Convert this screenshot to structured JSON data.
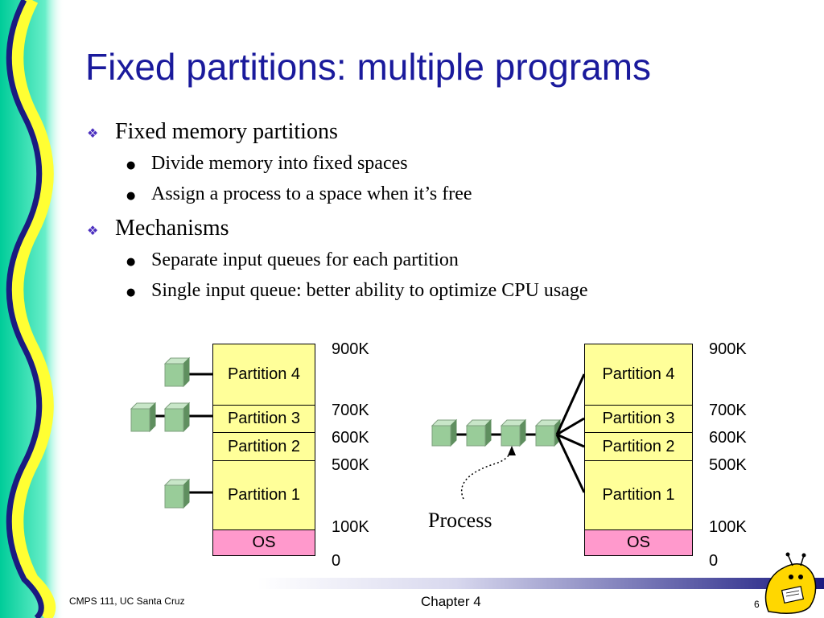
{
  "slide": {
    "title": "Fixed partitions: multiple programs",
    "bullets": [
      {
        "text": "Fixed memory partitions",
        "subbullets": [
          "Divide memory into fixed spaces",
          "Assign a process to a space when it’s free"
        ]
      },
      {
        "text": "Mechanisms",
        "subbullets": [
          "Separate input queues for each partition",
          "Single input queue: better ability to optimize CPU usage"
        ]
      }
    ]
  },
  "diagram": {
    "partitions": [
      "Partition 4",
      "Partition 3",
      "Partition 2",
      "Partition 1",
      "OS"
    ],
    "addresses": [
      "900K",
      "700K",
      "600K",
      "500K",
      "100K",
      "0"
    ],
    "process_label": "Process",
    "colors": {
      "partition": "#ffff99",
      "os": "#ff99cc",
      "queue_block": "#99cc99"
    }
  },
  "footer": {
    "left": "CMPS 111, UC Santa Cruz",
    "center": "Chapter 4",
    "page": "6"
  },
  "theme": {
    "title_color": "#1a1a9c",
    "bullet_marker_color": "#4b2fbf",
    "border_wave_colors": [
      "#00cc99",
      "#ffff33",
      "#1a1a80"
    ],
    "footer_bar_color": "#1a1a80",
    "mascot_icon": "banana-slug-icon"
  }
}
